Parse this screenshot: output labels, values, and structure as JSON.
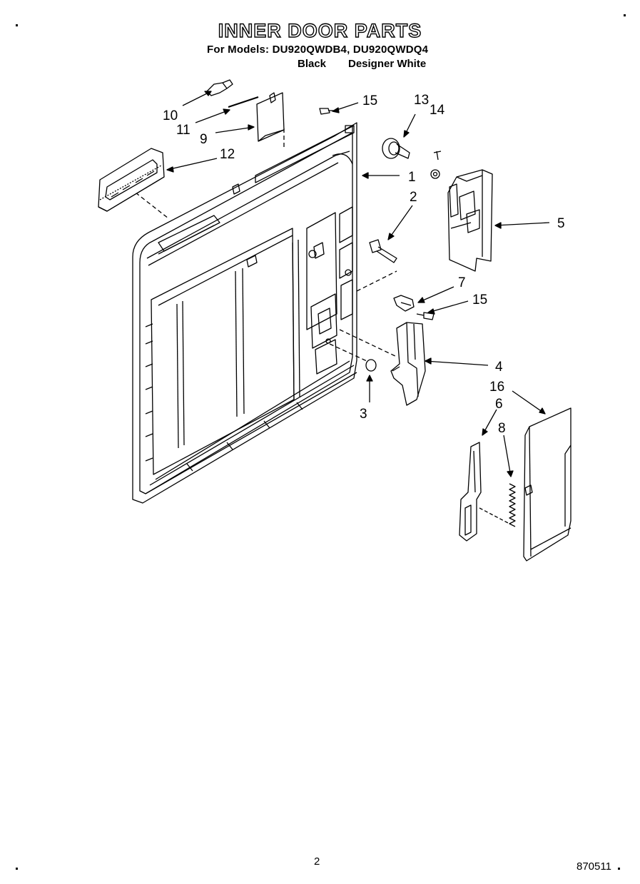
{
  "header": {
    "title": "INNER DOOR PARTS",
    "models_line": "For Models: DU920QWDB4, DU920QWDQ4",
    "variant_black": "Black",
    "variant_white": "Designer White"
  },
  "callouts": {
    "c1": "1",
    "c2": "2",
    "c3": "3",
    "c4": "4",
    "c5": "5",
    "c6": "6",
    "c7": "7",
    "c8": "8",
    "c9": "9",
    "c10": "10",
    "c11": "11",
    "c12": "12",
    "c13": "13",
    "c14": "14",
    "c15a": "15",
    "c15b": "15",
    "c16": "16"
  },
  "footer": {
    "page_number": "2",
    "doc_number": "870511"
  }
}
